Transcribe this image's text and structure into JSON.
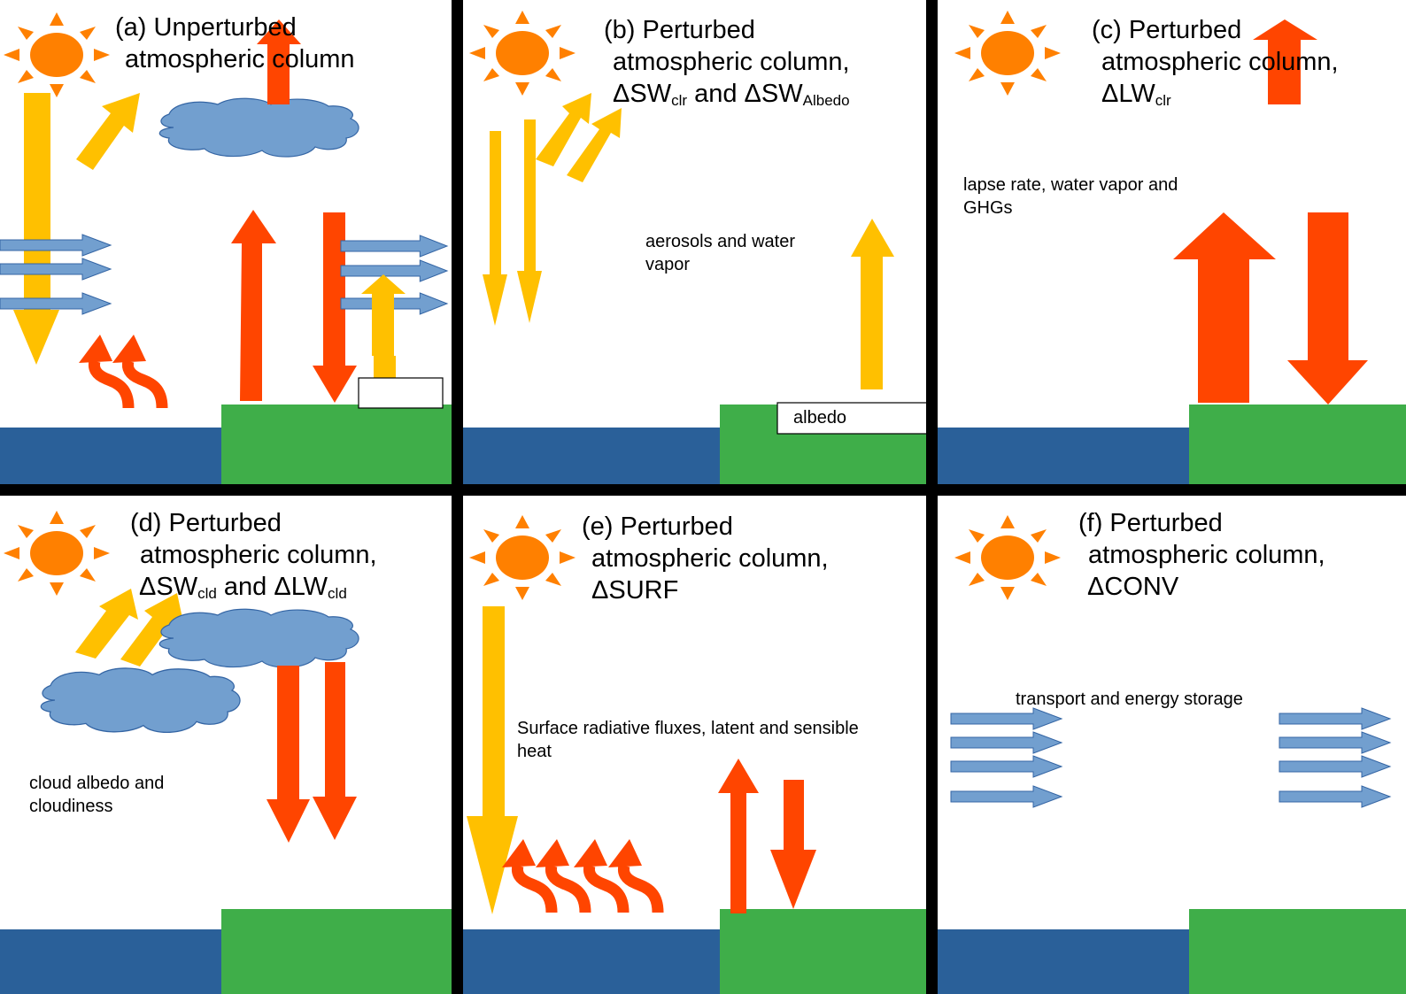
{
  "figure": {
    "colors": {
      "sun": "#ff8000",
      "shortwave": "#ffc000",
      "longwave": "#ff4500",
      "cloud": "#729fcf",
      "cloud_outline": "#3465a4",
      "ocean": "#2a6099",
      "land": "#3fae49",
      "divider": "#000000"
    },
    "panels": [
      {
        "id": "a",
        "title_line1": "(a) Unperturbed",
        "title_line2": " atmospheric column",
        "annotation": []
      },
      {
        "id": "b",
        "title_line1": "(b) Perturbed",
        "title_line2": " atmospheric column,",
        "title_line3": {
          "p1": "ΔSW",
          "s1": "clr",
          "p2": " and ΔSW",
          "s2": "Albedo"
        },
        "annotation": [
          "aerosols and water",
          "vapor"
        ],
        "box_label": "albedo"
      },
      {
        "id": "c",
        "title_line1": "(c) Perturbed",
        "title_line2": " atmospheric column,",
        "title_line3": {
          "p1": "ΔLW",
          "s1": "clr"
        },
        "annotation": [
          "lapse rate, water vapor and",
          "GHGs"
        ]
      },
      {
        "id": "d",
        "title_line1": "(d) Perturbed",
        "title_line2": " atmospheric column,",
        "title_line3": {
          "p1": "ΔSW",
          "s1": "cld",
          "p2": " and ΔLW",
          "s2": "cld"
        },
        "annotation": [
          "cloud albedo and",
          "cloudiness"
        ]
      },
      {
        "id": "e",
        "title_line1": "(e) Perturbed",
        "title_line2": " atmospheric column,",
        "title_line3": {
          "p1": "ΔSURF"
        },
        "annotation": [
          "Surface radiative fluxes, latent and sensible",
          "heat"
        ]
      },
      {
        "id": "f",
        "title_line1": "(f) Perturbed",
        "title_line2": " atmospheric column,",
        "title_line3": {
          "p1": "ΔCONV"
        },
        "annotation": [
          "transport and energy storage"
        ]
      }
    ]
  }
}
